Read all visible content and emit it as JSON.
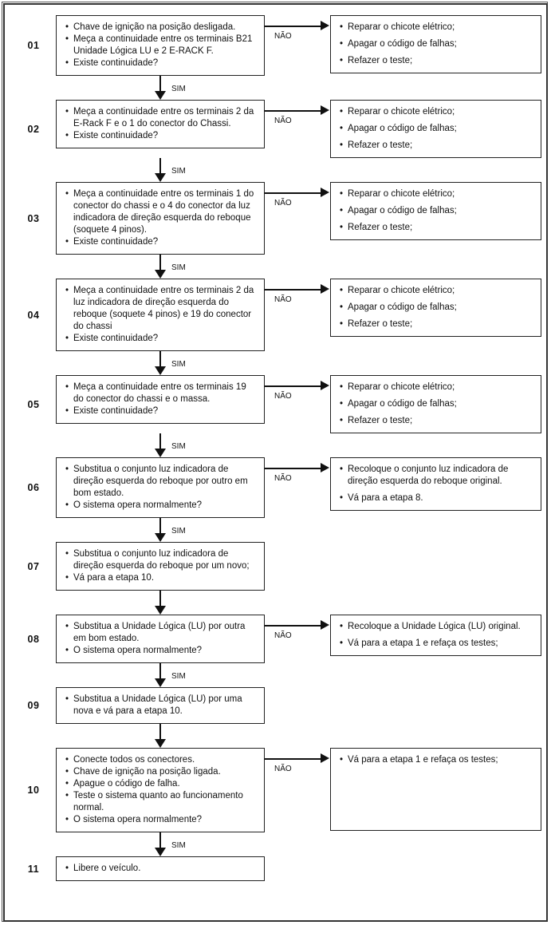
{
  "diagram": {
    "no_label": "NÃO",
    "yes_label": "SIM",
    "steps": [
      {
        "number": "01",
        "items": [
          "Chave de ignição na posição desligada.",
          "Meça a continuidade entre os terminais B21 Unidade Lógica LU e 2 E-RACK F.",
          "Existe continuidade?"
        ],
        "no_branch": [
          "Reparar o chicote elétrico;",
          "Apagar o código de falhas;",
          "Refazer o teste;"
        ],
        "down_label": "SIM"
      },
      {
        "number": "02",
        "items": [
          "Meça a continuidade entre os terminais 2 da E-Rack F e o 1 do conector do Chassi.",
          "Existe continuidade?"
        ],
        "no_branch": [
          "Reparar o chicote elétrico;",
          "Apagar o código de falhas;",
          "Refazer o teste;"
        ],
        "down_label": "SIM"
      },
      {
        "number": "03",
        "items": [
          "Meça a continuidade entre os terminais 1 do conector do chassi e o 4 do conector da luz indicadora de direção esquerda do reboque (soquete 4 pinos).",
          "Existe continuidade?"
        ],
        "no_branch": [
          "Reparar o chicote elétrico;",
          "Apagar o código de falhas;",
          "Refazer o teste;"
        ],
        "down_label": "SIM"
      },
      {
        "number": "04",
        "items": [
          "Meça a continuidade entre os terminais 2 da luz indicadora de direção esquerda do reboque (soquete 4 pinos) e 19 do conector do chassi",
          "Existe continuidade?"
        ],
        "no_branch": [
          "Reparar o chicote elétrico;",
          "Apagar o código de falhas;",
          "Refazer o teste;"
        ],
        "down_label": "SIM"
      },
      {
        "number": "05",
        "items": [
          "Meça a continuidade entre os terminais 19 do conector do chassi e o massa.",
          "Existe continuidade?"
        ],
        "no_branch": [
          "Reparar o chicote elétrico;",
          "Apagar o código de falhas;",
          "Refazer o teste;"
        ],
        "down_label": "SIM"
      },
      {
        "number": "06",
        "items": [
          "Substitua o conjunto luz indicadora de direção esquerda do reboque por outro em bom estado.",
          "O sistema opera normalmente?"
        ],
        "no_branch": [
          "Recoloque o conjunto luz indicadora de direção esquerda do reboque original.",
          "Vá para a etapa 8."
        ],
        "down_label": "SIM"
      },
      {
        "number": "07",
        "items": [
          "Substitua o conjunto luz indicadora de direção esquerda do reboque por um novo;",
          "Vá para a etapa 10."
        ],
        "down_label": ""
      },
      {
        "number": "08",
        "items": [
          "Substitua a Unidade Lógica (LU) por outra em bom estado.",
          "O sistema opera normalmente?"
        ],
        "no_branch": [
          "Recoloque a Unidade Lógica (LU) original.",
          "Vá para a etapa 1 e refaça os testes;"
        ],
        "down_label": "SIM"
      },
      {
        "number": "09",
        "items": [
          "Substitua a Unidade Lógica (LU) por uma nova e vá para a etapa 10."
        ],
        "down_label": ""
      },
      {
        "number": "10",
        "items": [
          "Conecte todos os conectores.",
          "Chave de ignição na posição ligada.",
          "Apague o código de falha.",
          "Teste o sistema quanto ao funcionamento normal.",
          "O sistema opera normalmente?"
        ],
        "no_branch": [
          "Vá para a etapa 1 e refaça os testes;"
        ],
        "down_label": "SIM"
      },
      {
        "number": "11",
        "items": [
          "Libere o veículo."
        ]
      }
    ]
  }
}
